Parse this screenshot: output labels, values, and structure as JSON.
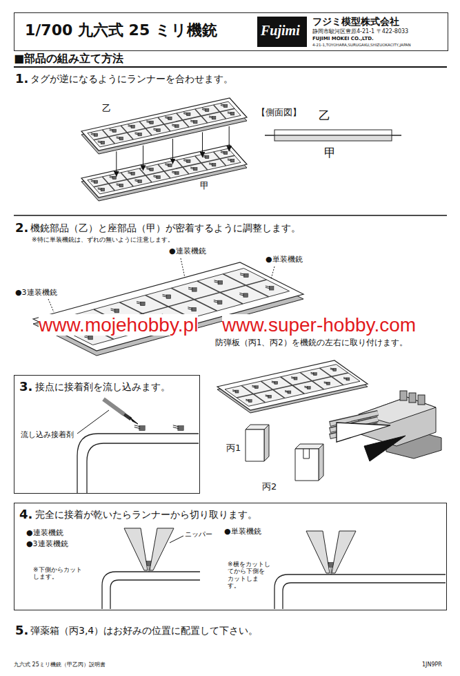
{
  "diagram": {
    "title": "1/700 九六式 25 ミリ機銃",
    "nodes": [
      {
        "text": [
          "フジミ模型株式会社",
          "静岡市駿河区豊原4-21-1 〒422-8033",
          "FUJIMI MOKEI CO.,LTD.",
          "4-21-1,TOYOHARA,SURUGAKU,SHIZUOKACITY,JAPAN"
        ]
      },
      {
        "text": [
          "Fujimi"
        ],
        "in": 0
      },
      {
        "text": [
          "3.",
          "接点に接着剤を流し込みます。"
        ]
      },
      {
        "text": [
          "4.",
          "完全に接着が乾いたらランナーから切り取ります。"
        ]
      }
    ],
    "labels": [
      "■部品の組み立て方法",
      "1.",
      "タグが逆になるようにランナーを合わせます。",
      "乙",
      "甲",
      "【側面図】",
      "乙",
      "甲",
      "2.",
      "機銃部品（乙）と座部品（甲）が密着するように調整します。",
      "※特に単装機銃は、ずれの無いように注意します。",
      "●連装機銃",
      "●単装機銃",
      "●3連装機銃",
      "www.mojehobby.pl",
      "www.super-hobby.com",
      "防弾板（丙1、丙2）を機銃の左右に取り付けます。",
      "丙1",
      "丙2",
      "流し込み接着剤",
      "●連装機銃",
      "●3連装機銃",
      "※下側からカットします。",
      "ニッパー",
      "●単装機銃",
      "※横をカットしてから下側をカットします。",
      "5.",
      "弾薬箱（丙3,4）はお好みの位置に配置して下さい。",
      "九六式 25ミリ機銃（甲乙丙）説明書",
      "1JN9PR"
    ]
  }
}
